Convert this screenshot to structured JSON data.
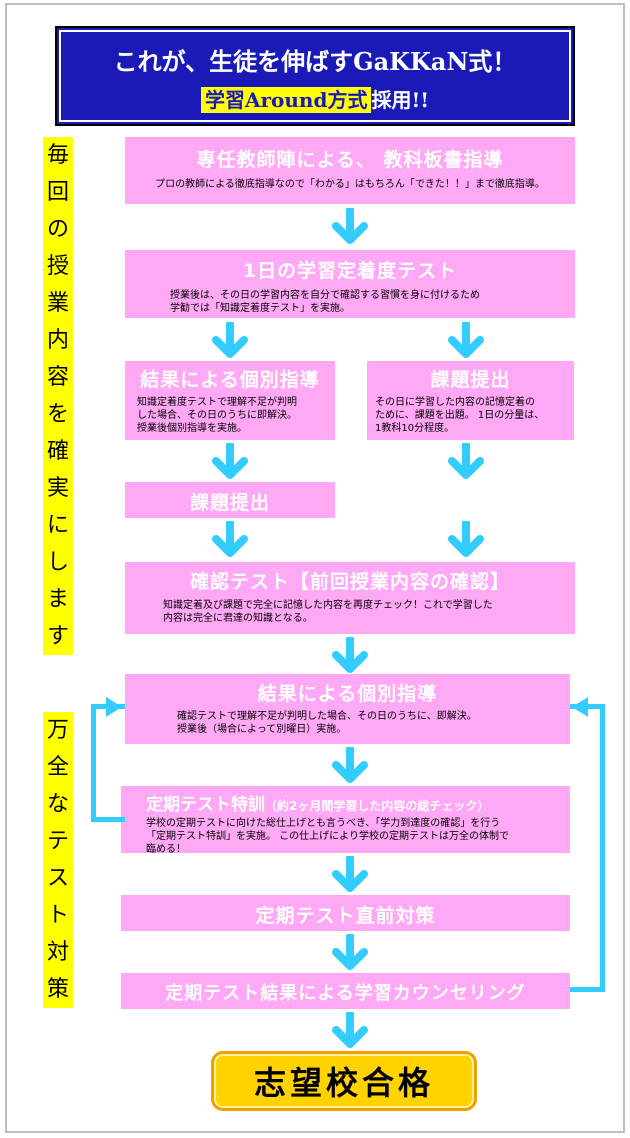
{
  "header": {
    "line1": "これが、生徒を伸ばすGaKKaN式！",
    "line2_highlight": "学習Around方式",
    "line2_rest": "採用!!"
  },
  "side_labels": {
    "daily": [
      "毎",
      "回",
      "の",
      "授",
      "業",
      "内",
      "容",
      "を",
      "確",
      "実",
      "に",
      "し",
      "ま",
      "す"
    ],
    "test": [
      "万",
      "全",
      "な",
      "テ",
      "ス",
      "ト",
      "対",
      "策"
    ]
  },
  "boxes": {
    "b1": {
      "title": "専任教師陣による、 教科板書指導",
      "desc": "プロの教師による徹底指導なので「わかる」はもちろん「できた！！」まで徹底指導。"
    },
    "b2": {
      "title": "1日の学習定着度テスト",
      "desc": "授業後は、その日の学習内容を自分で確認する習慣を身に付けるため\n学勧では「知識定着度テスト」を実施。"
    },
    "b3": {
      "title": "結果による個別指導",
      "desc": "知識定着度テストで理解不足が判明\nした場合、その日のうちに即解決。\n授業後個別指導を実施。"
    },
    "b4": {
      "title": "課題提出",
      "desc": "その日に学習した内容の記憶定着の\nために、課題を出題。 1日の分量は、\n1教科10分程度。"
    },
    "b5": {
      "title": "課題提出"
    },
    "b6": {
      "title": "確認テスト【前回授業内容の確認】",
      "desc": "知識定着及び課題で完全に記憶した内容を再度チェック！これで学習した\n内容は完全に君達の知識となる。"
    },
    "b7": {
      "title": "結果による個別指導",
      "desc": "確認テストで理解不足が判明した場合、その日のうちに、即解決。\n授業後（場合によって別曜日）実施。"
    },
    "b8": {
      "title": "定期テスト特訓",
      "title_sub": "（約2ヶ月間学習した内容の総チェック）",
      "desc": "学校の定期テストに向けた総仕上げとも言うべき、「学力到達度の確認」を行う\n「定期テスト特訓」を実施。 この仕上げにより学校の定期テストは万全の体制で\n臨める！"
    },
    "b9": {
      "title": "定期テスト直前対策"
    },
    "b10": {
      "title": "定期テスト結果による学習カウンセリング"
    }
  },
  "goal": {
    "label": "志望校合格"
  },
  "colors": {
    "header_bg": "#1a1ab8",
    "box_bg": "#ffa8f5",
    "arrow": "#33ccff",
    "highlight": "#ffff00",
    "goal_bg": "#ffd200"
  }
}
